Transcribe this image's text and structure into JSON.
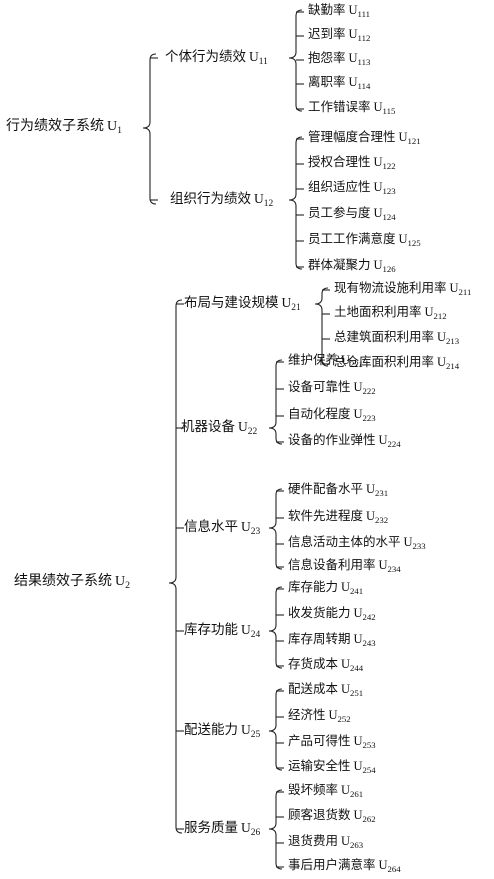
{
  "tree": [
    {
      "label": "行为绩效子系统",
      "code": "U",
      "sub": "1",
      "children": [
        {
          "label": "个体行为绩效",
          "code": "U",
          "sub": "11",
          "children": [
            {
              "label": "缺勤率",
              "code": "U",
              "sub": "111"
            },
            {
              "label": "迟到率",
              "code": "U",
              "sub": "112"
            },
            {
              "label": "抱怨率",
              "code": "U",
              "sub": "113"
            },
            {
              "label": "离职率",
              "code": "U",
              "sub": "114"
            },
            {
              "label": "工作错误率",
              "code": "U",
              "sub": "115"
            }
          ]
        },
        {
          "label": "组织行为绩效",
          "code": "U",
          "sub": "12",
          "children": [
            {
              "label": "管理幅度合理性",
              "code": "U",
              "sub": "121"
            },
            {
              "label": "授权合理性",
              "code": "U",
              "sub": "122"
            },
            {
              "label": "组织适应性",
              "code": "U",
              "sub": "123"
            },
            {
              "label": "员工参与度",
              "code": "U",
              "sub": "124"
            },
            {
              "label": "员工工作满意度",
              "code": "U",
              "sub": "125"
            },
            {
              "label": "群体凝聚力",
              "code": "U",
              "sub": "126"
            }
          ]
        }
      ]
    },
    {
      "label": "结果绩效子系统",
      "code": "U",
      "sub": "2",
      "children": [
        {
          "label": "布局与建设规模",
          "code": "U",
          "sub": "21",
          "children": [
            {
              "label": "现有物流设施利用率",
              "code": "U",
              "sub": "211"
            },
            {
              "label": "土地面积利用率",
              "code": "U",
              "sub": "212"
            },
            {
              "label": "总建筑面积利用率",
              "code": "U",
              "sub": "213"
            },
            {
              "label": "总仓库面积利用率",
              "code": "U",
              "sub": "214"
            }
          ]
        },
        {
          "label": "机器设备",
          "code": "U",
          "sub": "22",
          "children": [
            {
              "label": "维护保养",
              "code": "U",
              "sub": "221"
            },
            {
              "label": "设备可靠性",
              "code": "U",
              "sub": "222"
            },
            {
              "label": "自动化程度",
              "code": "U",
              "sub": "223"
            },
            {
              "label": "设备的作业弹性",
              "code": "U",
              "sub": "224"
            }
          ]
        },
        {
          "label": "信息水平",
          "code": "U",
          "sub": "23",
          "children": [
            {
              "label": "硬件配备水平",
              "code": "U",
              "sub": "231"
            },
            {
              "label": "软件先进程度",
              "code": "U",
              "sub": "232"
            },
            {
              "label": "信息活动主体的水平",
              "code": "U",
              "sub": "233"
            },
            {
              "label": "信息设备利用率",
              "code": "U",
              "sub": "234"
            }
          ]
        },
        {
          "label": "库存功能",
          "code": "U",
          "sub": "24",
          "children": [
            {
              "label": "库存能力",
              "code": "U",
              "sub": "241"
            },
            {
              "label": "收发货能力",
              "code": "U",
              "sub": "242"
            },
            {
              "label": "库存周转期",
              "code": "U",
              "sub": "243"
            },
            {
              "label": "存货成本",
              "code": "U",
              "sub": "244"
            }
          ]
        },
        {
          "label": "配送能力",
          "code": "U",
          "sub": "25",
          "children": [
            {
              "label": "配送成本",
              "code": "U",
              "sub": "251"
            },
            {
              "label": "经济性",
              "code": "U",
              "sub": "252"
            },
            {
              "label": "产品可得性",
              "code": "U",
              "sub": "253"
            },
            {
              "label": "运输安全性",
              "code": "U",
              "sub": "254"
            }
          ]
        },
        {
          "label": "服务质量",
          "code": "U",
          "sub": "26",
          "children": [
            {
              "label": "毁坏频率",
              "code": "U",
              "sub": "261"
            },
            {
              "label": "顾客退货数",
              "code": "U",
              "sub": "262"
            },
            {
              "label": "退货费用",
              "code": "U",
              "sub": "263"
            },
            {
              "label": "事后用户满意率",
              "code": "U",
              "sub": "264"
            }
          ]
        }
      ]
    }
  ]
}
